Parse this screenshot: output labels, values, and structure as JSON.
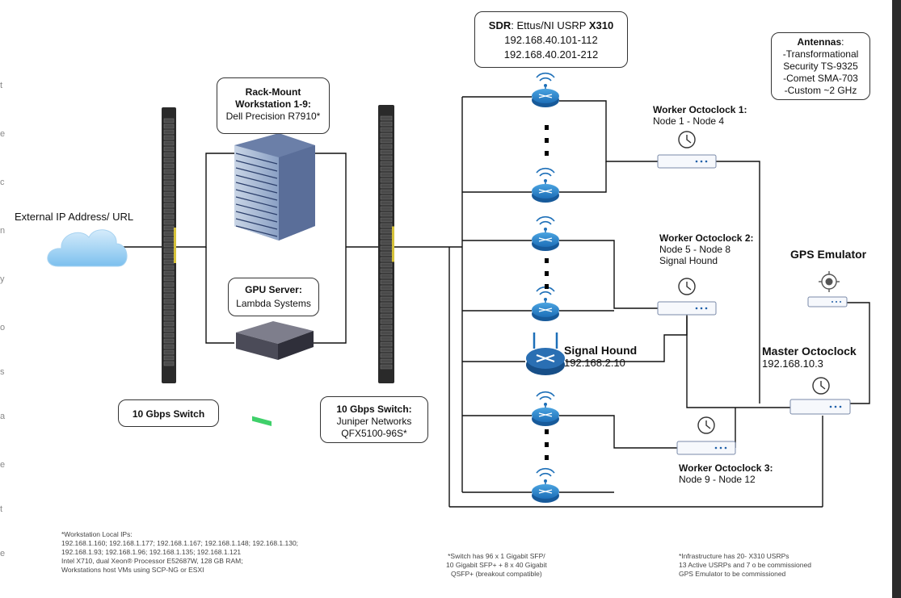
{
  "left_stub_labels": [
    "t",
    "e",
    "c",
    "n",
    "y",
    "o",
    "s",
    "a",
    "e",
    "t",
    "e"
  ],
  "external": {
    "label": "External IP Address/ URL"
  },
  "switch1": {
    "label": "10 Gbps Switch"
  },
  "workstation": {
    "title": "Rack-Mount",
    "title2": "Workstation 1-9:",
    "model": "Dell Precision R7910*"
  },
  "gpu_server": {
    "title": "GPU Server:",
    "vendor": "Lambda Systems"
  },
  "switch2": {
    "title": "10 Gbps Switch:",
    "vendor": "Juniper Networks",
    "model": "QFX5100-96S*"
  },
  "sdr": {
    "prefix": "SDR",
    "name": ": Ettus/NI USRP ",
    "model": "X310",
    "ip1": "192.168.40.101-112",
    "ip2": "192.168.40.201-212"
  },
  "antennas": {
    "title": "Antennas",
    "colon": ":",
    "lines": [
      "-Transformational",
      "Security TS-9325",
      "-Comet SMA-703",
      "-Custom ~2 GHz"
    ]
  },
  "octoclock1": {
    "title": "Worker Octoclock 1:",
    "sub": "Node 1 - Node 4"
  },
  "octoclock2": {
    "title": "Worker Octoclock 2:",
    "sub": "Node 5 - Node 8",
    "sub2": "Signal Hound"
  },
  "octoclock3": {
    "title": "Worker Octoclock 3:",
    "sub": "Node 9 - Node 12"
  },
  "gps": {
    "label": "GPS Emulator"
  },
  "master": {
    "title": "Master Octoclock",
    "ip": "192.168.10.3"
  },
  "signal_hound": {
    "title": "Signal Hound",
    "ip": "192.168.2.10"
  },
  "notes": {
    "workstation": [
      "*Workstation Local IPs:",
      "192.168.1.160;  192.168.1.177; 192.168.1.167;  192.168.1.148; 192.168.1.130;",
      "192.168.1.93; 192.168.1.96;    192.168.1.135; 192.168.1.121",
      "Intel X710, dual Xeon® Processor E52687W, 128 GB RAM;",
      "Workstations host VMs using SCP-NG or ESXI"
    ],
    "switch": [
      "*Switch has 96 x 1 Gigabit SFP/",
      "10 Gigabit SFP+ + 8 x 40 Gigabit",
      "QSFP+ (breakout compatible)"
    ],
    "infra": [
      "*Infrastructure has 20- X310 USRPs",
      "13 Active USRPs and 7 o be commissioned",
      "GPS Emulator to be commissioned"
    ]
  }
}
